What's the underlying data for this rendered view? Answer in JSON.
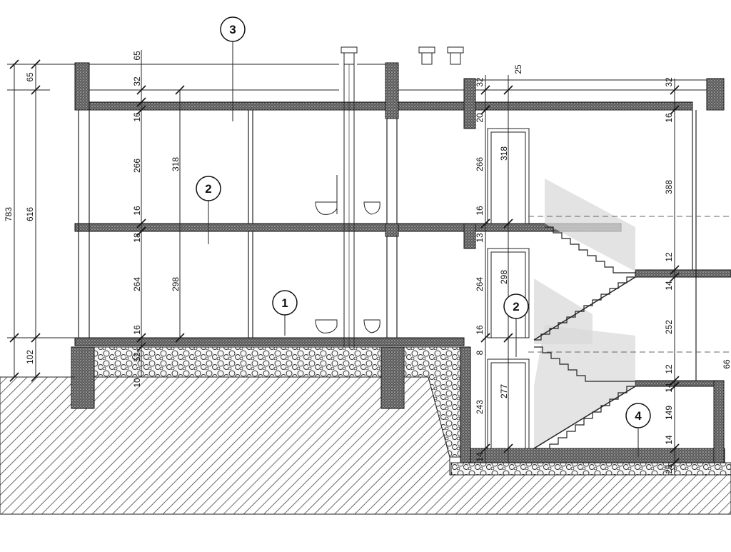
{
  "drawing": {
    "callouts": [
      {
        "id": "callout-3-top",
        "label": "3"
      },
      {
        "id": "callout-2-upper-room",
        "label": "2"
      },
      {
        "id": "callout-1-ground-room",
        "label": "1"
      },
      {
        "id": "callout-2-stair",
        "label": "2"
      },
      {
        "id": "callout-4-basement",
        "label": "4"
      }
    ],
    "dimensions": {
      "left_total": "783",
      "left_upper": "616",
      "left_top": "65",
      "left_bottom": "102",
      "col_a": [
        "65",
        "32",
        "16",
        "266",
        "16",
        "18",
        "264",
        "16",
        "52",
        "10"
      ],
      "clear_upper": "318",
      "clear_ground": "298",
      "col_b": [
        "32",
        "20",
        "266",
        "16",
        "13",
        "264",
        "16",
        "8",
        "243",
        "14"
      ],
      "clear_b_upper": "318",
      "clear_b_ground": "298",
      "clear_b_basement": "277",
      "top_right_25": "25",
      "col_c": [
        "32",
        "16",
        "388",
        "12",
        "14",
        "252",
        "12",
        "14",
        "149",
        "14",
        "25"
      ],
      "far_right": "66"
    }
  }
}
